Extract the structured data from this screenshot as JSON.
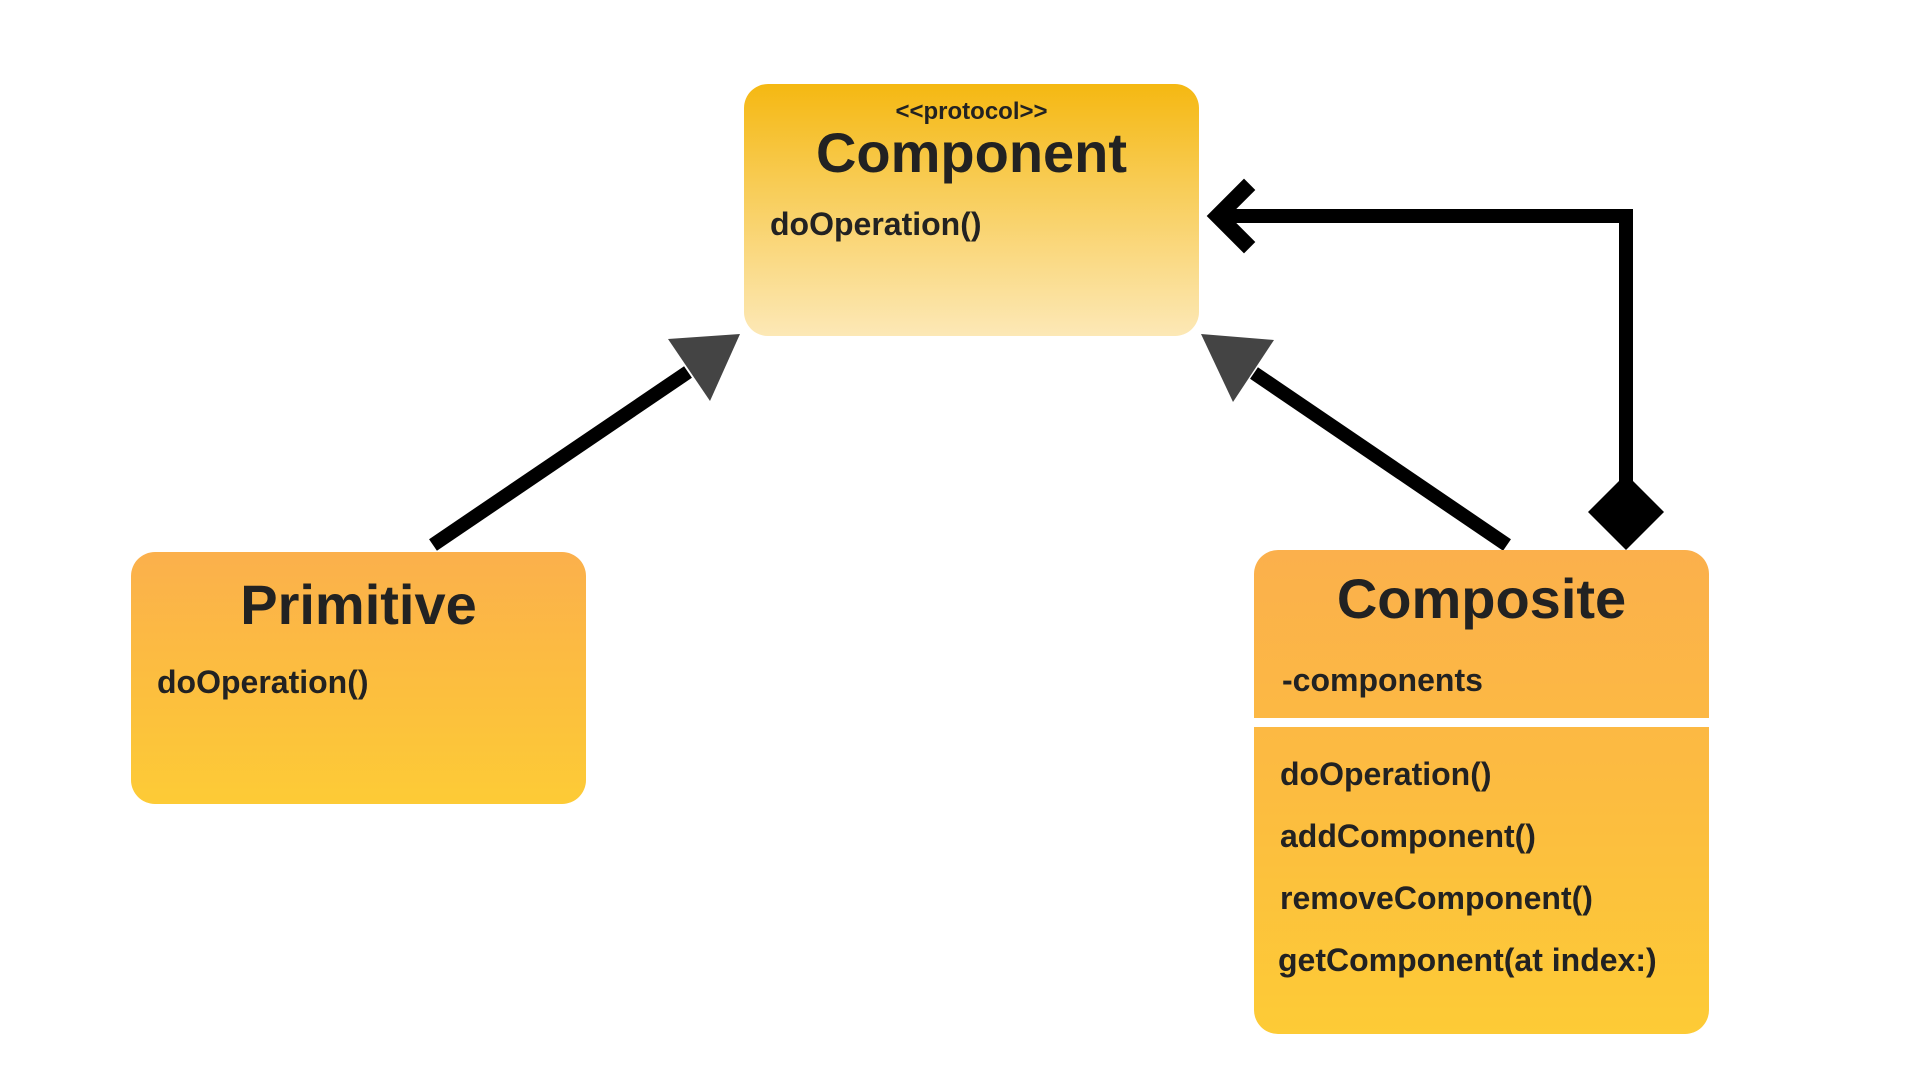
{
  "component": {
    "stereotype": "<<protocol>>",
    "name": "Component",
    "methods": [
      "doOperation()"
    ]
  },
  "primitive": {
    "name": "Primitive",
    "methods": [
      "doOperation()"
    ]
  },
  "composite": {
    "name": "Composite",
    "attributes": [
      "-components"
    ],
    "methods": [
      "doOperation()",
      "addComponent()",
      "removeComponent()",
      "getComponent(at index:)"
    ]
  },
  "relations": [
    {
      "from": "Primitive",
      "to": "Component",
      "type": "realization"
    },
    {
      "from": "Composite",
      "to": "Component",
      "type": "realization"
    },
    {
      "from": "Composite",
      "to": "Component",
      "type": "composition"
    }
  ],
  "colors": {
    "component_top": "#f5b812",
    "component_bottom": "#fce8b6",
    "box_top": "#fbb04c",
    "box_bottom": "#fdcb36",
    "arrow_gray": "#444444",
    "arrow_black": "#000000"
  }
}
